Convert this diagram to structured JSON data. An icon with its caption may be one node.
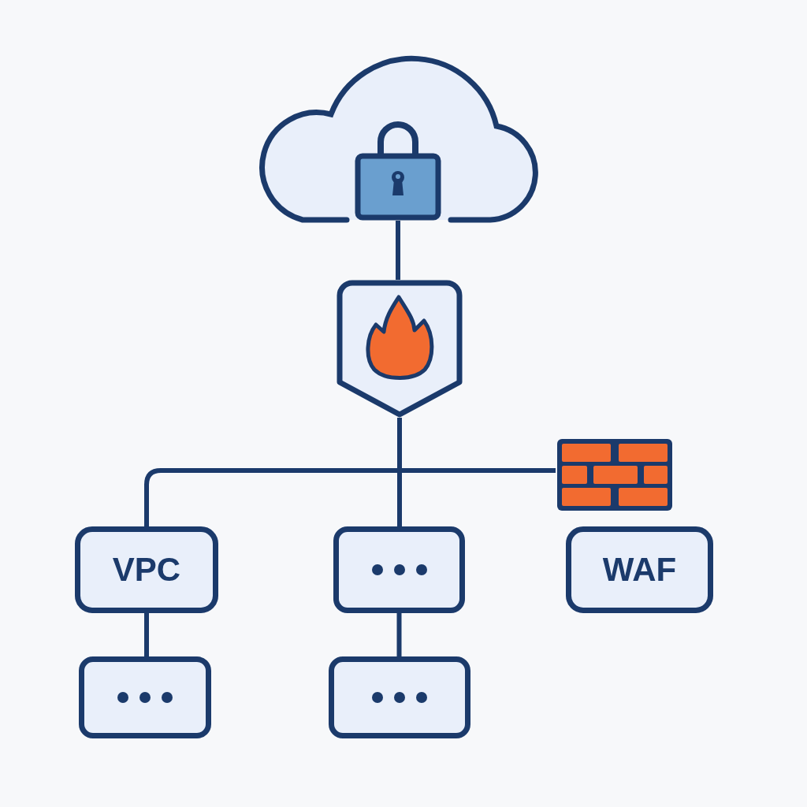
{
  "diagram": {
    "nodes": [
      {
        "text": [],
        "shape": "cloud"
      },
      {
        "text": [],
        "shape": "picture",
        "in": 0
      },
      {
        "text": [],
        "shape": "shield"
      },
      {
        "text": [],
        "shape": "picture"
      },
      {
        "text": [
          "VPC"
        ]
      },
      {
        "text": [],
        "shape": "box"
      },
      {
        "text": [
          "WAF"
        ]
      },
      {
        "text": [],
        "shape": "box"
      },
      {
        "text": [],
        "shape": "box"
      }
    ],
    "edges": [
      {
        "from": 1,
        "to": 2,
        "arrow": "none"
      },
      {
        "from": 2,
        "to": 4,
        "arrow": "none"
      },
      {
        "from": 2,
        "to": 5,
        "arrow": "none"
      },
      {
        "from": 2,
        "to": 3,
        "arrow": "none"
      },
      {
        "from": 4,
        "to": 7,
        "arrow": "none"
      },
      {
        "from": 5,
        "to": 8,
        "arrow": "none"
      }
    ]
  }
}
